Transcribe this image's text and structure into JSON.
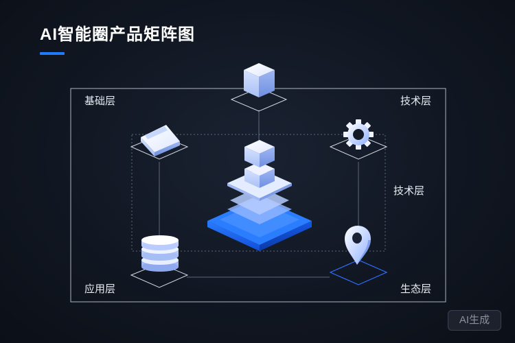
{
  "title": "AI智能圈产品矩阵图",
  "labels": {
    "top_left": "基础层",
    "top_right": "技术层",
    "mid_right": "技术层",
    "bottom_left": "应用层",
    "bottom_right": "生态层"
  },
  "watermark": "AI生成",
  "icons": [
    "cube-icon",
    "laptop-icon",
    "gear-icon",
    "database-icon",
    "location-pin-icon",
    "layered-pyramid-icon"
  ],
  "colors": {
    "accent": "#1f7bff",
    "background": "#111722",
    "line": "#8f9bb0",
    "icon_light": "#e4ecff",
    "icon_mid": "#b9cbff",
    "platform_blue": "#1f6bff"
  }
}
